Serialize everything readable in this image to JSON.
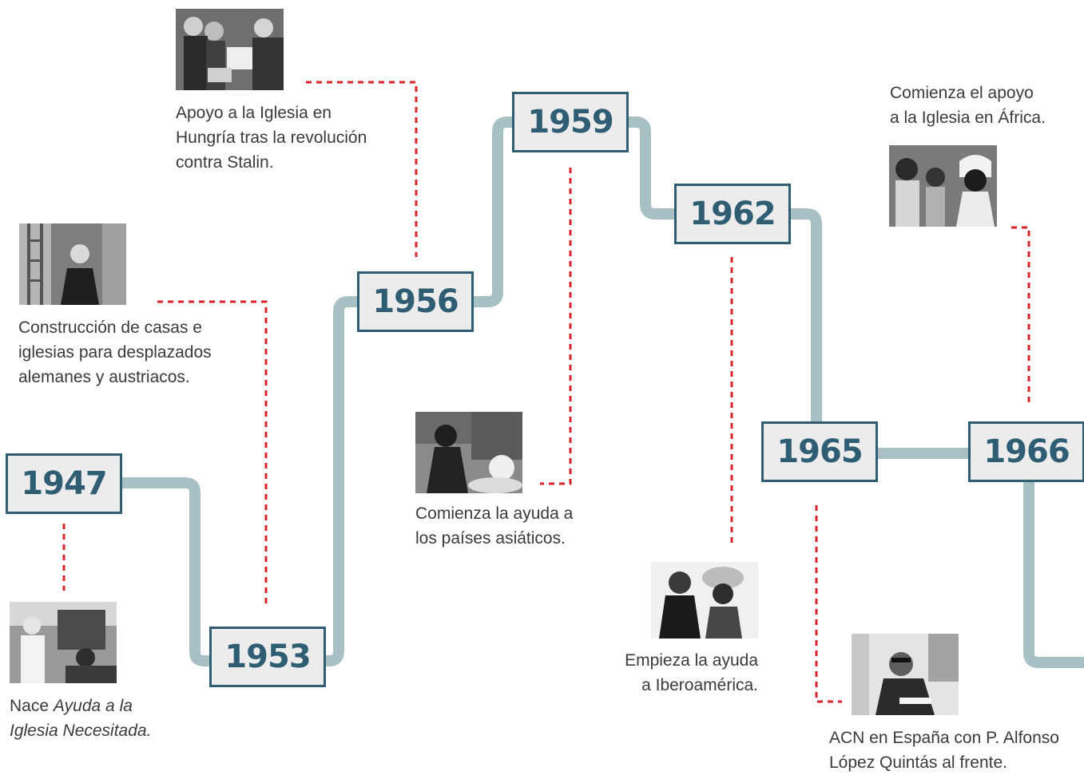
{
  "colors": {
    "track": "#a7c0c4",
    "year_border": "#2f5d74",
    "year_text": "#2f5d74",
    "year_fill": "#ececec",
    "connector": "#d8232a"
  },
  "years": {
    "y1947": "1947",
    "y1953": "1953",
    "y1956": "1956",
    "y1959": "1959",
    "y1962": "1962",
    "y1965": "1965",
    "y1966": "1966"
  },
  "events": {
    "e1947": {
      "line1_prefix": "Nace ",
      "line1_italic": "Ayuda a la",
      "line2_italic": "Iglesia Necesitada."
    },
    "e1953": {
      "lines": [
        "Construcción de casas e",
        "iglesias para desplazados",
        "alemanes y austriacos."
      ]
    },
    "e1956": {
      "lines": [
        "Apoyo a la Iglesia en",
        "Hungría tras la revolución",
        "contra Stalin."
      ]
    },
    "e1959": {
      "lines": [
        "Comienza la ayuda a",
        "los países asiáticos."
      ]
    },
    "e1962": {
      "lines": [
        "Empieza la ayuda",
        "a Iberoamérica."
      ]
    },
    "e1965": {
      "lines": [
        "ACN en España con P. Alfonso",
        "López Quintás al frente."
      ]
    },
    "e1966": {
      "lines": [
        "Comienza el apoyo",
        "a la Iglesia en África."
      ]
    }
  },
  "photos": [
    "founding-photo",
    "construction-photo",
    "hungary-photo",
    "asia-photo",
    "latin-america-photo",
    "spain-photo",
    "africa-photo"
  ]
}
